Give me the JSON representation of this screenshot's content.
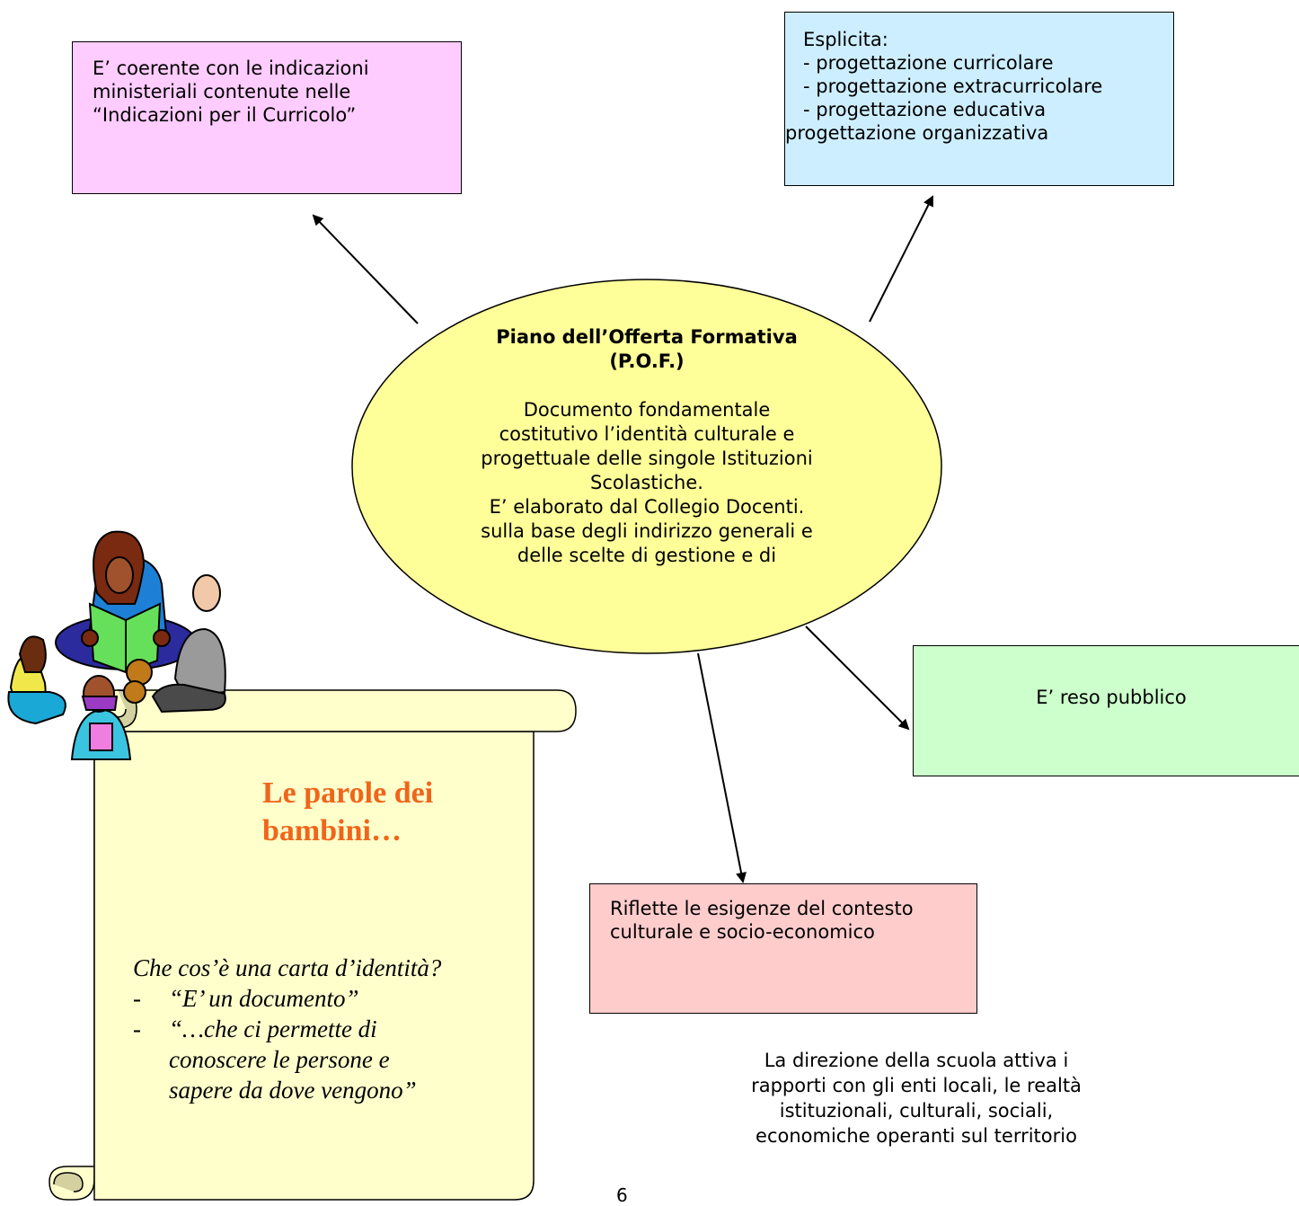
{
  "boxes": {
    "pink": {
      "lines": [
        "E’ coerente con le indicazioni",
        "ministeriali contenute nelle",
        "“Indicazioni per il Curricolo”"
      ],
      "color": "#ffccff"
    },
    "blue": {
      "lines": [
        "Esplicita:",
        "- progettazione curricolare",
        "- progettazione extracurricolare",
        "- progettazione educativa",
        "progettazione organizzativa"
      ],
      "color": "#cdeeff"
    },
    "green": {
      "text": "E’ reso pubblico",
      "color": "#ccffcc"
    },
    "red": {
      "lines": [
        "Riflette le esigenze del contesto",
        "culturale e socio-economico"
      ],
      "color": "#ffcccc"
    }
  },
  "center": {
    "title": "Piano dell’Offerta Formativa",
    "subtitle": "(P.O.F.)",
    "lines": [
      "Documento fondamentale",
      "costitutivo l’identità culturale e",
      "progettuale delle singole Istituzioni",
      "Scolastiche.",
      "E’ elaborato dal Collegio Docenti.",
      "sulla base degli indirizzo generali e",
      "delle scelte di gestione e di"
    ],
    "color": "#ffff99"
  },
  "bottom_text": [
    "La direzione della scuola attiva i",
    "rapporti con gli enti locali, le realtà",
    "istituzionali, culturali, sociali,",
    "economiche operanti sul territorio"
  ],
  "scroll": {
    "title_lines": [
      "Le parole dei",
      "bambini…"
    ],
    "question": "Che cos’è una carta d’identità?",
    "items": [
      {
        "dash": "-",
        "lines": [
          "“E’ un documento”"
        ]
      },
      {
        "dash": "-",
        "lines": [
          "“…che ci permette di",
          "conoscere le persone e",
          "sapere da dove vengono”"
        ]
      }
    ],
    "color": "#ffffcc",
    "title_color": "#f0651a"
  },
  "page_number": "6"
}
